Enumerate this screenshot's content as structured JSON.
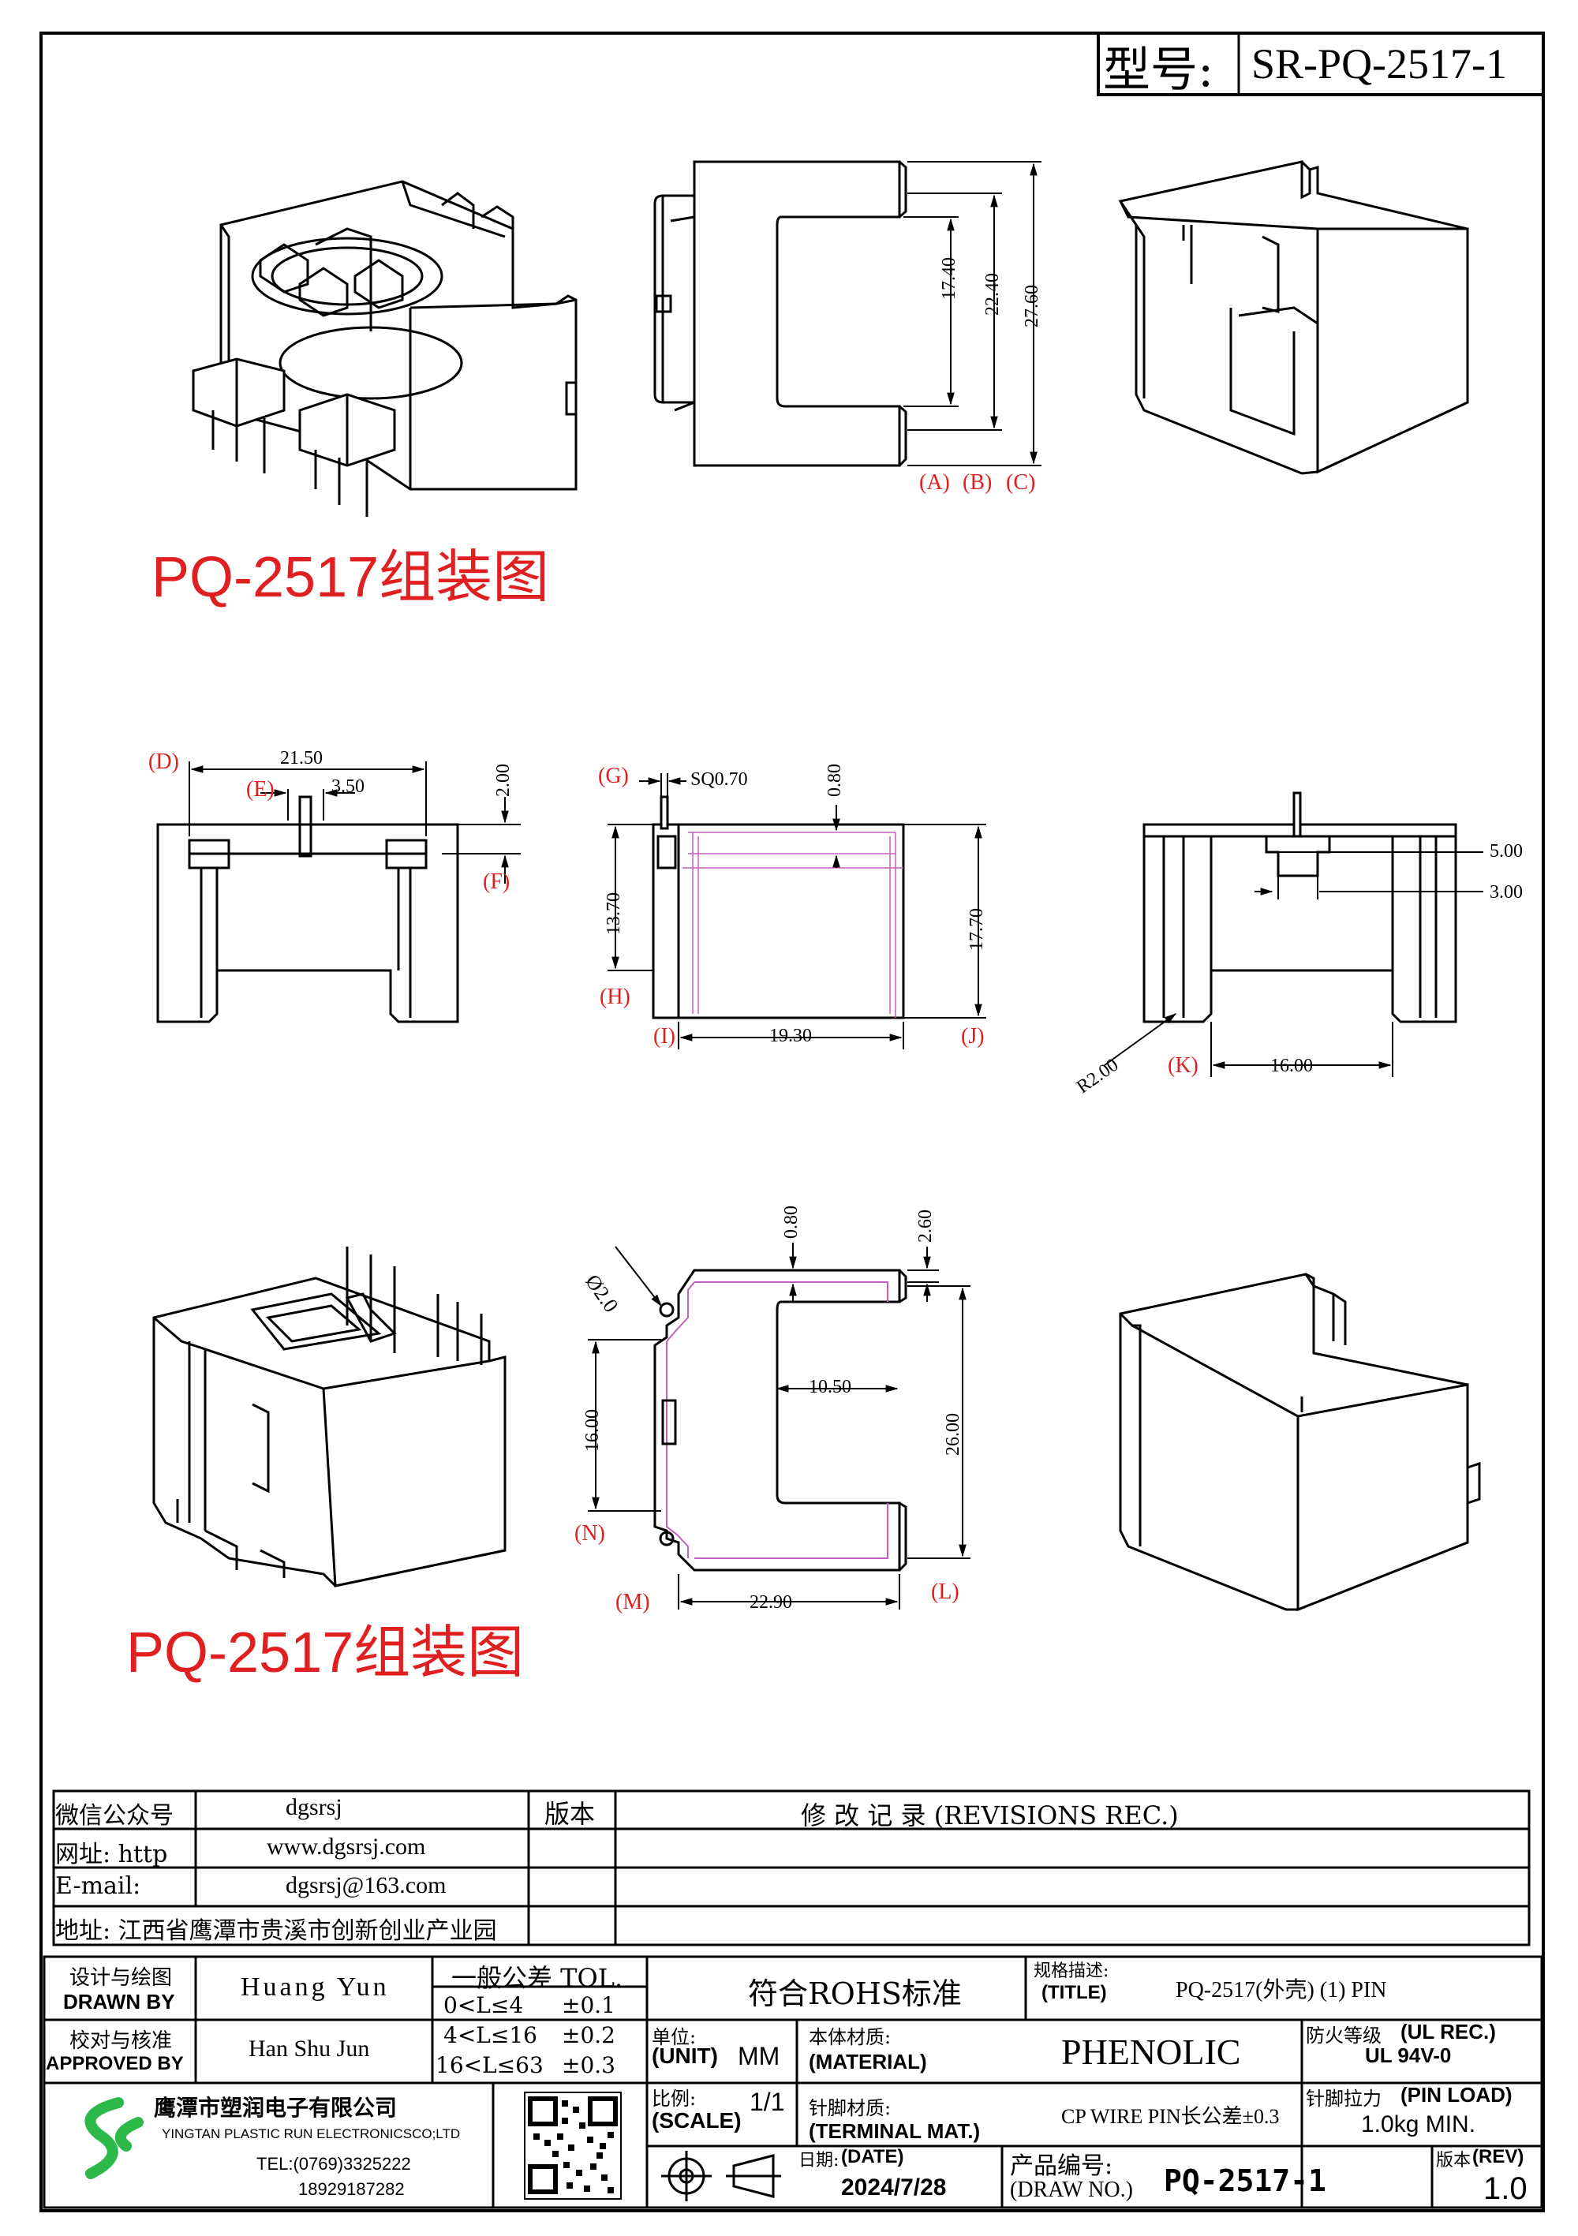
{
  "header": {
    "model_label": "型号:",
    "model_value": "SR-PQ-2517-1"
  },
  "captions": {
    "assembly_top": "PQ-2517组装图",
    "assembly_bottom": "PQ-2517组装图"
  },
  "dimensions": {
    "d_17_40": "17.40",
    "d_22_40": "22.40",
    "d_27_60": "27.60",
    "ref_A": "(A)",
    "ref_B": "(B)",
    "ref_C": "(C)",
    "ref_D": "(D)",
    "d_21_50": "21.50",
    "ref_E": "(E)",
    "d_3_50": "3.50",
    "d_2_00": "2.00",
    "ref_F": "(F)",
    "ref_G": "(G)",
    "sq": "SQ0.70",
    "d_0_80_a": "0.80",
    "d_13_70": "13.70",
    "d_17_70": "17.70",
    "ref_H": "(H)",
    "ref_I": "(I)",
    "d_19_30": "19.30",
    "ref_J": "(J)",
    "d_5_00": "5.00",
    "d_3_00": "3.00",
    "r_2_00": "R2.00",
    "ref_K": "(K)",
    "d_16_00_a": "16.00",
    "phi_2_0": "Ø2.0",
    "d_0_80_b": "0.80",
    "d_2_60": "2.60",
    "d_10_50": "10.50",
    "d_16_00_b": "16.00",
    "d_26_00": "26.00",
    "ref_N": "(N)",
    "ref_M": "(M)",
    "d_22_90": "22.90",
    "ref_L": "(L)"
  },
  "info_block": {
    "wechat_label": "微信公众号",
    "wechat_value": "dgsrsj",
    "web_label": "网址: http",
    "web_value": "www.dgsrsj.com",
    "email_label": "E-mail:",
    "email_value": "dgsrsj@163.com",
    "address": "地址: 江西省鹰潭市贵溪市创新创业产业园",
    "version_label": "版本",
    "revisions_title": "修 改 记 录 (REVISIONS REC.)"
  },
  "title_block": {
    "drawn_cn": "设计与绘图",
    "drawn_en": "DRAWN BY",
    "drawn_name": "Huang Yun",
    "approved_cn": "校对与核准",
    "approved_en": "APPROVED BY",
    "approved_name": "Han Shu Jun",
    "tol_title": "一般公差 TOL.",
    "tol_1_range": "0<L≤4",
    "tol_1_value": "±0.1",
    "tol_2_range": "4<L≤16",
    "tol_2_value": "±0.2",
    "tol_3_range": "16<L≤63",
    "tol_3_value": "±0.3",
    "rohs": "符合ROHS标准",
    "title_cn": "规格描述:",
    "title_en": "(TITLE)",
    "title_value": "PQ-2517(外壳) (1) PIN",
    "unit_cn": "单位:",
    "unit_en": "(UNIT)",
    "unit_value": "MM",
    "material_cn": "本体材质:",
    "material_en": "(MATERIAL)",
    "material_value": "PHENOLIC",
    "fire_cn": "防火等级",
    "fire_en": "(UL REC.)",
    "fire_value": "UL 94V-0",
    "company_cn": "鹰潭市塑润电子有限公司",
    "company_en": "YINGTAN PLASTIC RUN ELECTRONICSCO;LTD",
    "company_tel": "TEL:(0769)3325222",
    "company_mobile": "18929187282",
    "scale_cn": "比例:",
    "scale_en": "(SCALE)",
    "scale_value": "1/1",
    "terminal_cn": "针脚材质:",
    "terminal_en": "(TERMINAL MAT.)",
    "terminal_value": "CP WIRE  PIN长公差±0.3",
    "pin_load_cn": "针脚拉力",
    "pin_load_en": "(PIN LOAD)",
    "pin_load_value": "1.0kg MIN.",
    "date_cn": "日期:",
    "date_en": "(DATE)",
    "date_value": "2024/7/28",
    "drawno_cn": "产品编号:",
    "drawno_en": "(DRAW NO.)",
    "drawno_value": "PQ-2517-1",
    "rev_cn": "版本",
    "rev_en": "(REV)",
    "rev_value": "1.0"
  },
  "colors": {
    "caption_red": "#e02020",
    "logo_green": "#2db84a",
    "hidden_magenta": "#c060c0"
  }
}
